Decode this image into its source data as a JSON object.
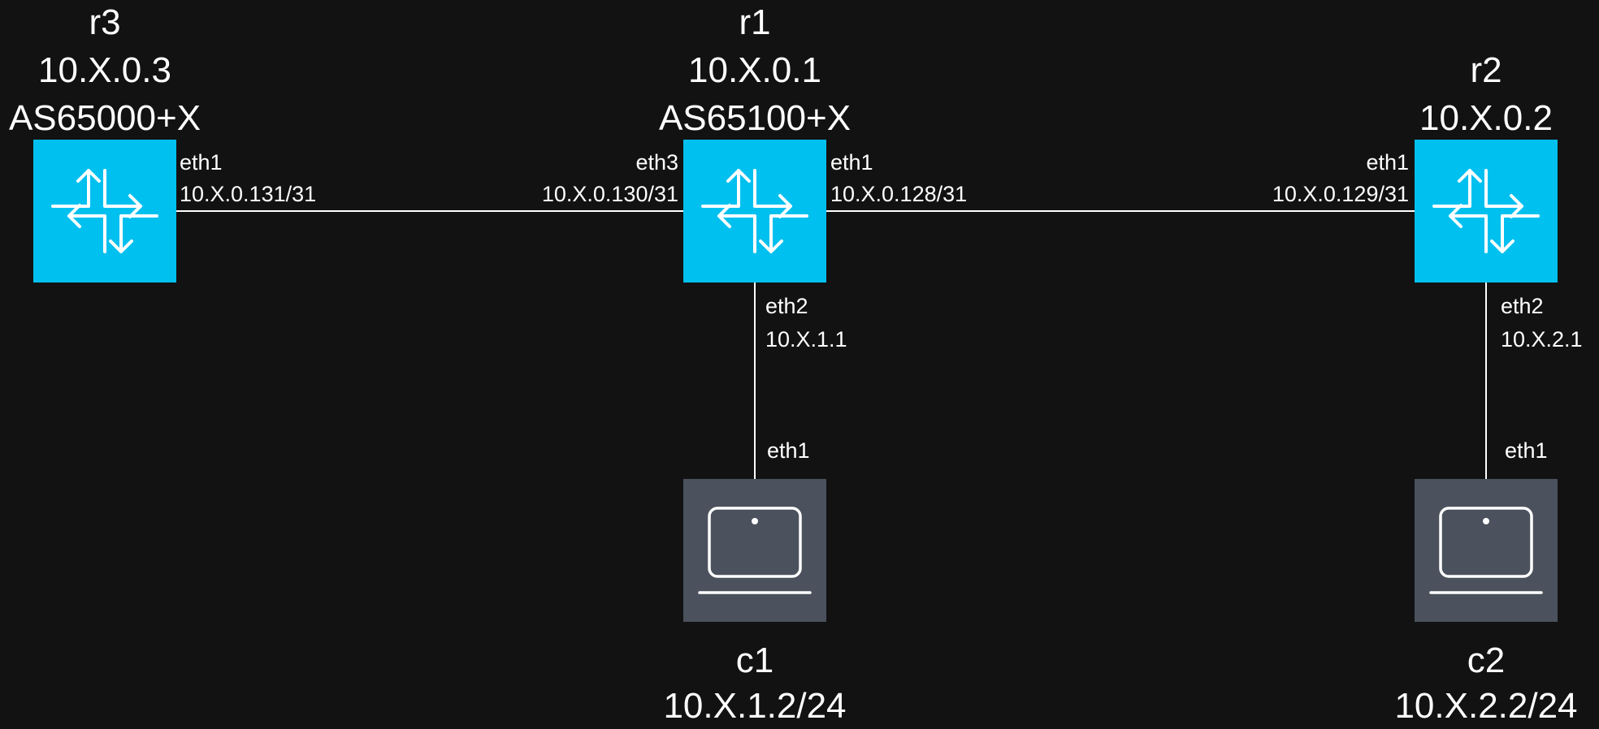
{
  "colors": {
    "background": "#121212",
    "router": "#00c0ef",
    "client": "#4b525e",
    "link": "#ffffff",
    "text": "#ffffff"
  },
  "icons": {
    "router": "router-icon",
    "client": "laptop-icon"
  },
  "nodes": {
    "r3": {
      "name": "r3",
      "ip": "10.X.0.3",
      "as": "AS65000+X"
    },
    "r1": {
      "name": "r1",
      "ip": "10.X.0.1",
      "as": "AS65100+X"
    },
    "r2": {
      "name": "r2",
      "ip": "10.X.0.2"
    },
    "c1": {
      "name": "c1",
      "ip": "10.X.1.2/24"
    },
    "c2": {
      "name": "c2",
      "ip": "10.X.2.2/24"
    }
  },
  "links": {
    "r3_r1": {
      "r3_if": "eth1",
      "r3_ip": "10.X.0.131/31",
      "r1_if": "eth3",
      "r1_ip": "10.X.0.130/31"
    },
    "r1_r2": {
      "r1_if": "eth1",
      "r1_ip": "10.X.0.128/31",
      "r2_if": "eth1",
      "r2_ip": "10.X.0.129/31"
    },
    "r1_c1": {
      "r1_if": "eth2",
      "r1_ip": "10.X.1.1",
      "c1_if": "eth1"
    },
    "r2_c2": {
      "r2_if": "eth2",
      "r2_ip": "10.X.2.1",
      "c2_if": "eth1"
    }
  }
}
